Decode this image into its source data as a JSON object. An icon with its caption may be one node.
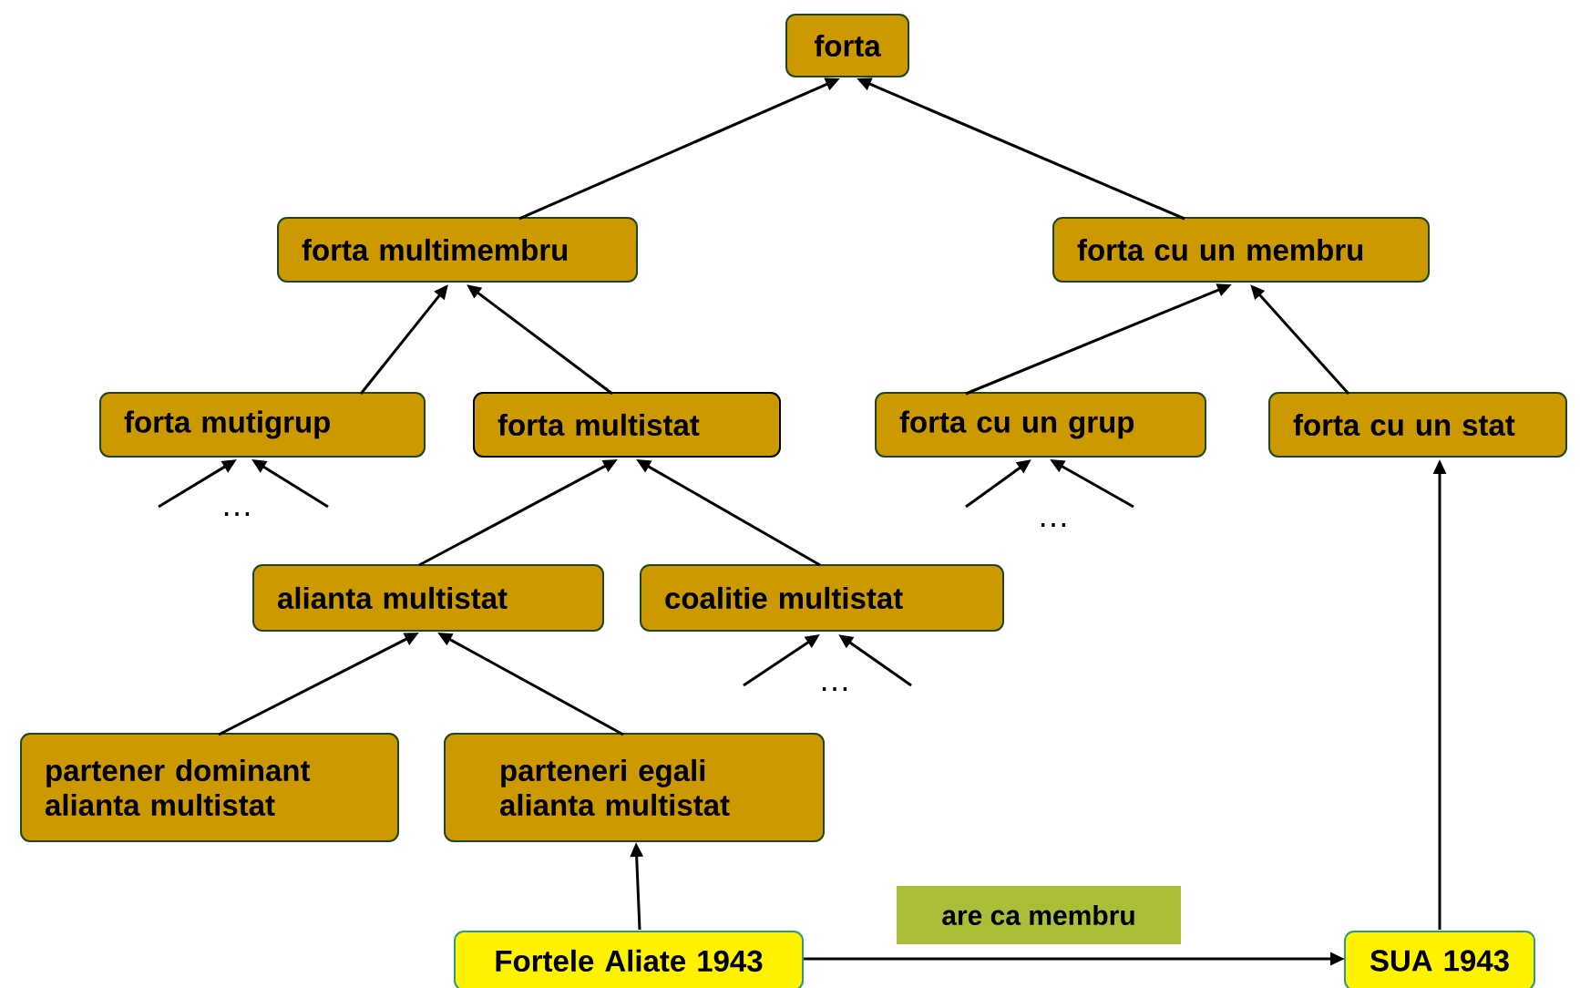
{
  "diagram": {
    "nodes": [
      {
        "text": [
          "forta"
        ]
      },
      {
        "text": [
          "forta multimembru"
        ]
      },
      {
        "text": [
          "forta cu un membru"
        ]
      },
      {
        "text": [
          "forta mutigrup"
        ]
      },
      {
        "text": [
          "forta multistat"
        ]
      },
      {
        "text": [
          "forta cu un grup"
        ]
      },
      {
        "text": [
          "forta cu un stat"
        ]
      },
      {
        "text": [
          "alianta multistat"
        ]
      },
      {
        "text": [
          "coalitie multistat"
        ]
      },
      {
        "text": [
          "partener dominant alianta multistat"
        ]
      },
      {
        "text": [
          "parteneri egali alianta multistat"
        ]
      },
      {
        "text": [
          "Fortele Aliate 1943"
        ]
      },
      {
        "text": [
          "SUA 1943"
        ]
      }
    ],
    "edges": [
      {
        "from": 1,
        "to": 0,
        "arrow": "to"
      },
      {
        "from": 2,
        "to": 0,
        "arrow": "to"
      },
      {
        "from": 3,
        "to": 1,
        "arrow": "to"
      },
      {
        "from": 4,
        "to": 1,
        "arrow": "to"
      },
      {
        "from": 5,
        "to": 2,
        "arrow": "to"
      },
      {
        "from": 6,
        "to": 2,
        "arrow": "to"
      },
      {
        "from": null,
        "to": 3,
        "arrow": "to"
      },
      {
        "from": null,
        "to": 3,
        "arrow": "to"
      },
      {
        "from": 7,
        "to": 4,
        "arrow": "to"
      },
      {
        "from": 8,
        "to": 4,
        "arrow": "to"
      },
      {
        "from": null,
        "to": 5,
        "arrow": "to"
      },
      {
        "from": null,
        "to": 5,
        "arrow": "to"
      },
      {
        "from": 9,
        "to": 7,
        "arrow": "to"
      },
      {
        "from": 10,
        "to": 7,
        "arrow": "to"
      },
      {
        "from": null,
        "to": 8,
        "arrow": "to"
      },
      {
        "from": null,
        "to": 8,
        "arrow": "to"
      },
      {
        "from": 11,
        "to": 10,
        "arrow": "to"
      },
      {
        "from": 11,
        "to": 12,
        "arrow": "to",
        "label": "are ca membru"
      },
      {
        "from": 12,
        "to": 6,
        "arrow": "to"
      }
    ],
    "labels": [
      "…",
      "…",
      "…"
    ]
  }
}
